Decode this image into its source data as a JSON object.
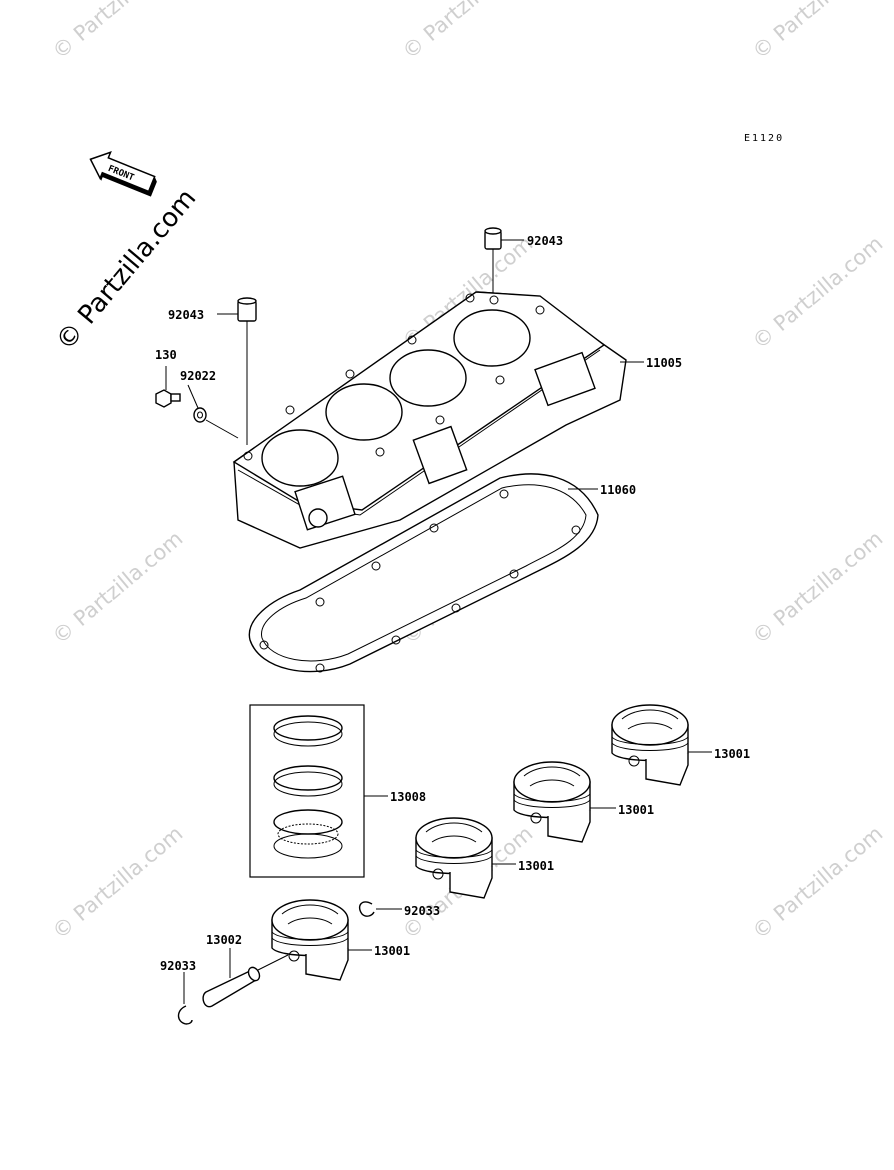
{
  "diagram": {
    "code": "E1120",
    "front_label": "FRONT",
    "brand_watermark": "© Partzilla.com",
    "parts": {
      "p130": "130",
      "p92022": "92022",
      "p92043_left": "92043",
      "p92043_top": "92043",
      "p11005": "11005",
      "p11060": "11060",
      "p13008": "13008",
      "p13001_a": "13001",
      "p13001_b": "13001",
      "p13001_c": "13001",
      "p13001_d": "13001",
      "p92033_right": "92033",
      "p92033_left": "92033",
      "p13002": "13002"
    }
  }
}
